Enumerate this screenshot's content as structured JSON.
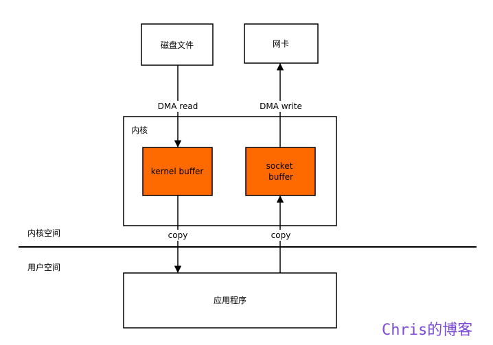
{
  "nodes": {
    "disk_file": "磁盘文件",
    "nic": "网卡",
    "kernel": "内核",
    "kernel_buffer": "kernel buffer",
    "socket_buffer_line1": "socket",
    "socket_buffer_line2": "buffer",
    "application": "应用程序"
  },
  "edges": {
    "dma_read": "DMA read",
    "dma_write": "DMA write",
    "copy_down": "copy",
    "copy_up": "copy"
  },
  "regions": {
    "kernel_space": "内核空间",
    "user_space": "用户空间"
  },
  "watermark": "Chris的博客",
  "colors": {
    "buffer_fill": "#ff6a00",
    "stroke": "#000000",
    "watermark": "#7b4bd6"
  }
}
